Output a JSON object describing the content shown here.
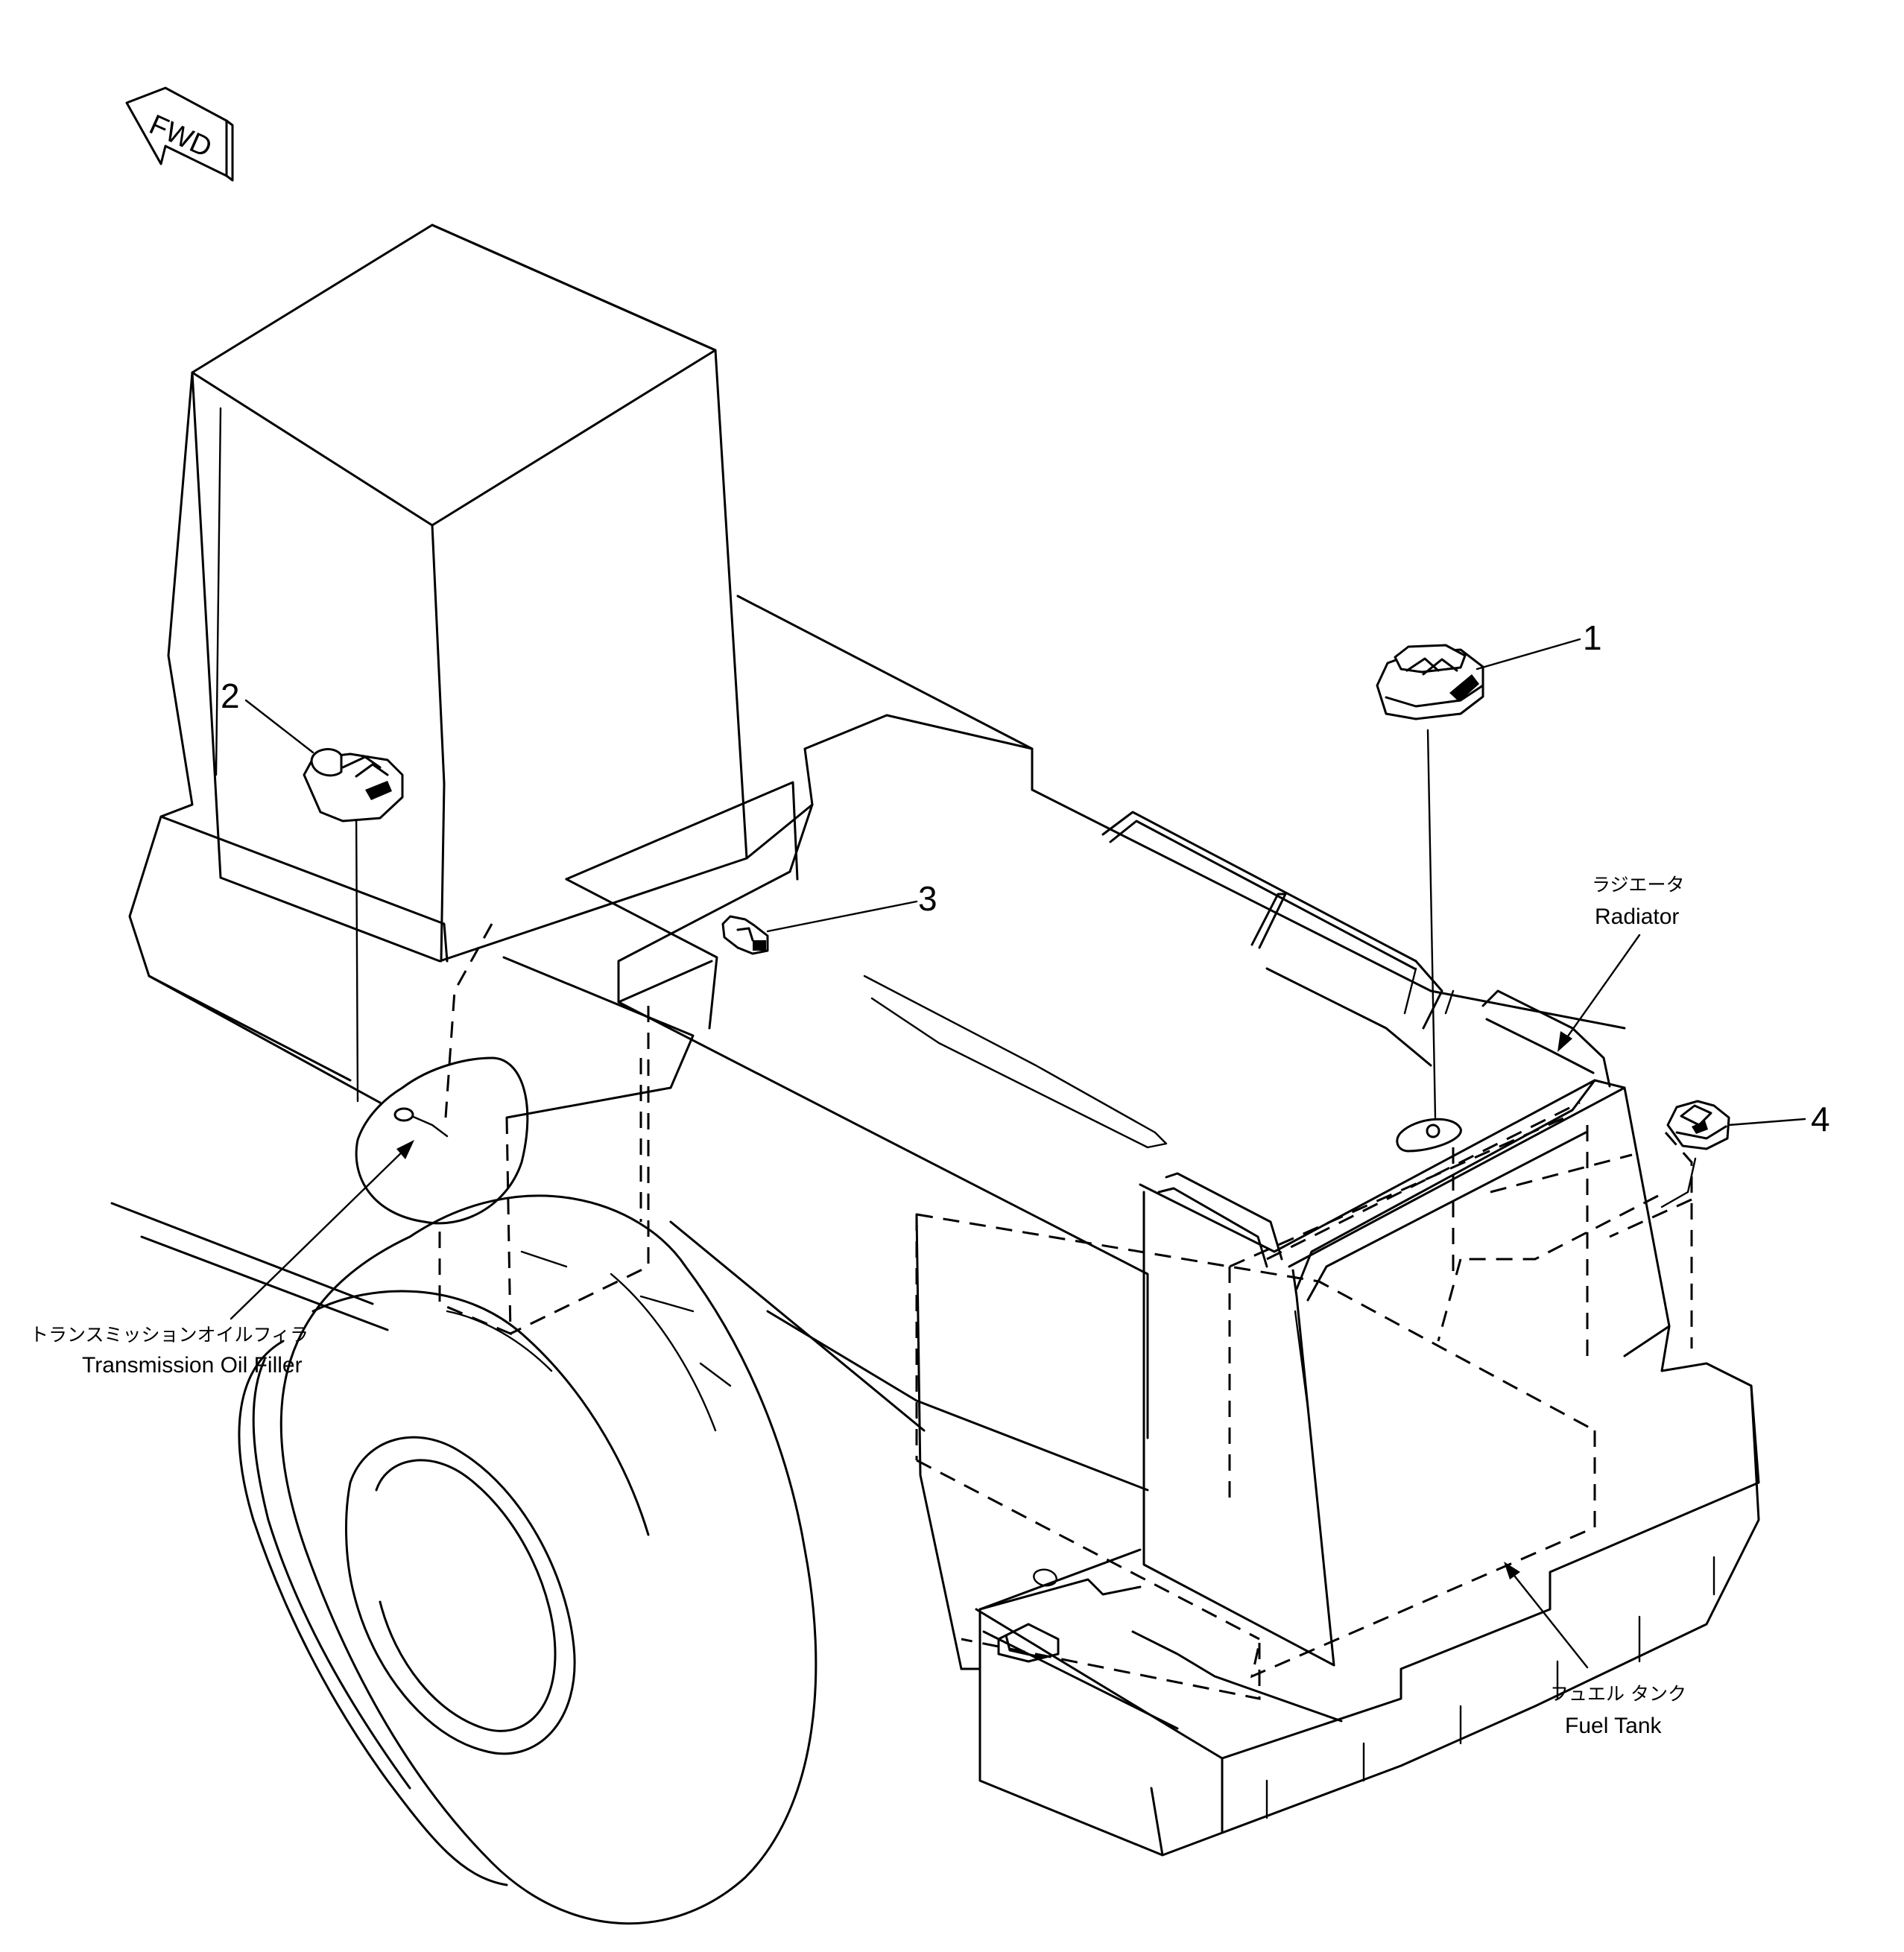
{
  "direction_marker": "FWD",
  "part_numbers": {
    "p1": "1",
    "p2": "2",
    "p3": "3",
    "p4": "4"
  },
  "callouts": {
    "radiator": {
      "jp": "ラジエータ",
      "en": "Radiator"
    },
    "transmission_oil_filler": {
      "jp": "トランスミッションオイルフィラ",
      "en": "Transmission Oil Filler"
    },
    "fuel_tank": {
      "jp": "フュエル タンク",
      "en": "Fuel Tank"
    }
  }
}
